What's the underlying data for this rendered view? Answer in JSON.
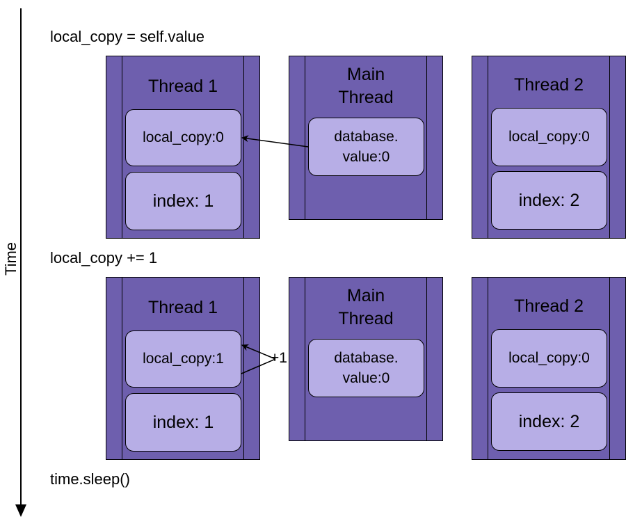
{
  "axis": {
    "label": "Time"
  },
  "steps": [
    {
      "label": "local_copy = self.value",
      "thread1": {
        "title": "Thread 1",
        "local_copy": "local_copy:0",
        "index": "index: 1"
      },
      "main": {
        "title": "Main Thread",
        "value": "database. value:0"
      },
      "thread2": {
        "title": "Thread 2",
        "local_copy": "local_copy:0",
        "index": "index: 2"
      }
    },
    {
      "label": "local_copy += 1",
      "thread1": {
        "title": "Thread 1",
        "local_copy": "local_copy:1",
        "index": "index: 1"
      },
      "main": {
        "title": "Main Thread",
        "value": "database. value:0"
      },
      "thread2": {
        "title": "Thread 2",
        "local_copy": "local_copy:0",
        "index": "index: 2"
      },
      "increment_label": "+1"
    },
    {
      "label": "time.sleep()"
    }
  ],
  "colors": {
    "panel": "#6e5fae",
    "cell": "#b7aee6",
    "line": "#000000"
  }
}
